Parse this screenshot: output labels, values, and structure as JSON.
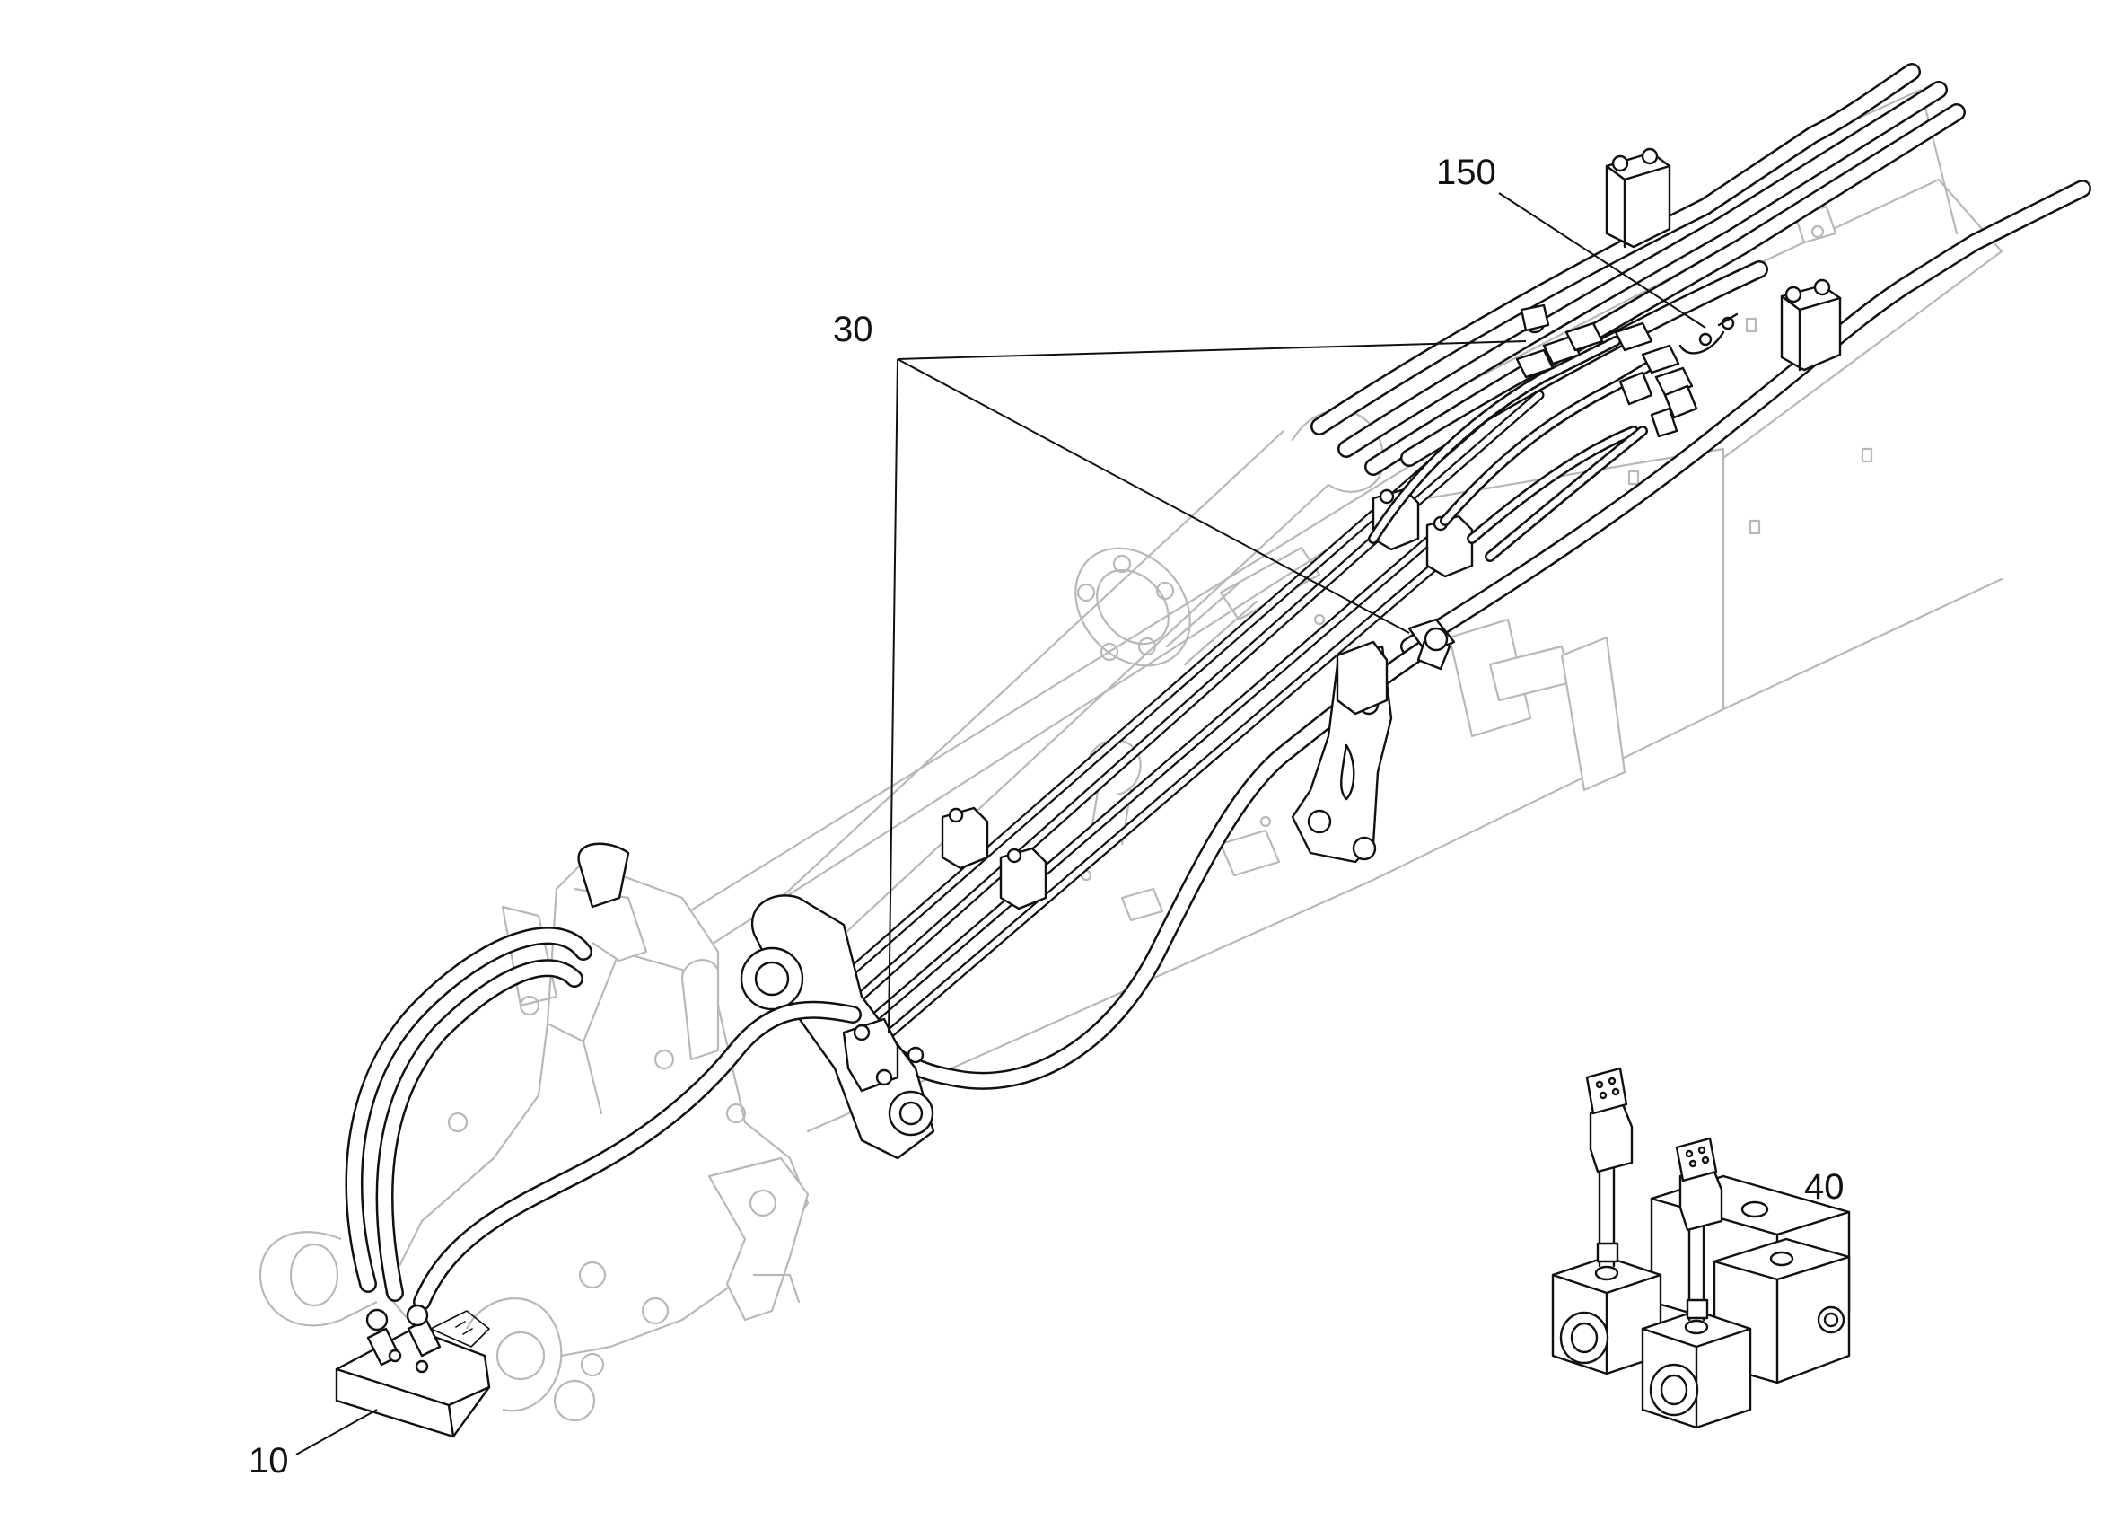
{
  "callouts": [
    {
      "id": "callout-10",
      "label": "10"
    },
    {
      "id": "callout-30",
      "label": "30"
    },
    {
      "id": "callout-40",
      "label": "40"
    },
    {
      "id": "callout-150",
      "label": "150"
    }
  ],
  "colors": {
    "ink": "#111111",
    "ghost_outline": "#b8b8b8",
    "background": "#ffffff"
  }
}
